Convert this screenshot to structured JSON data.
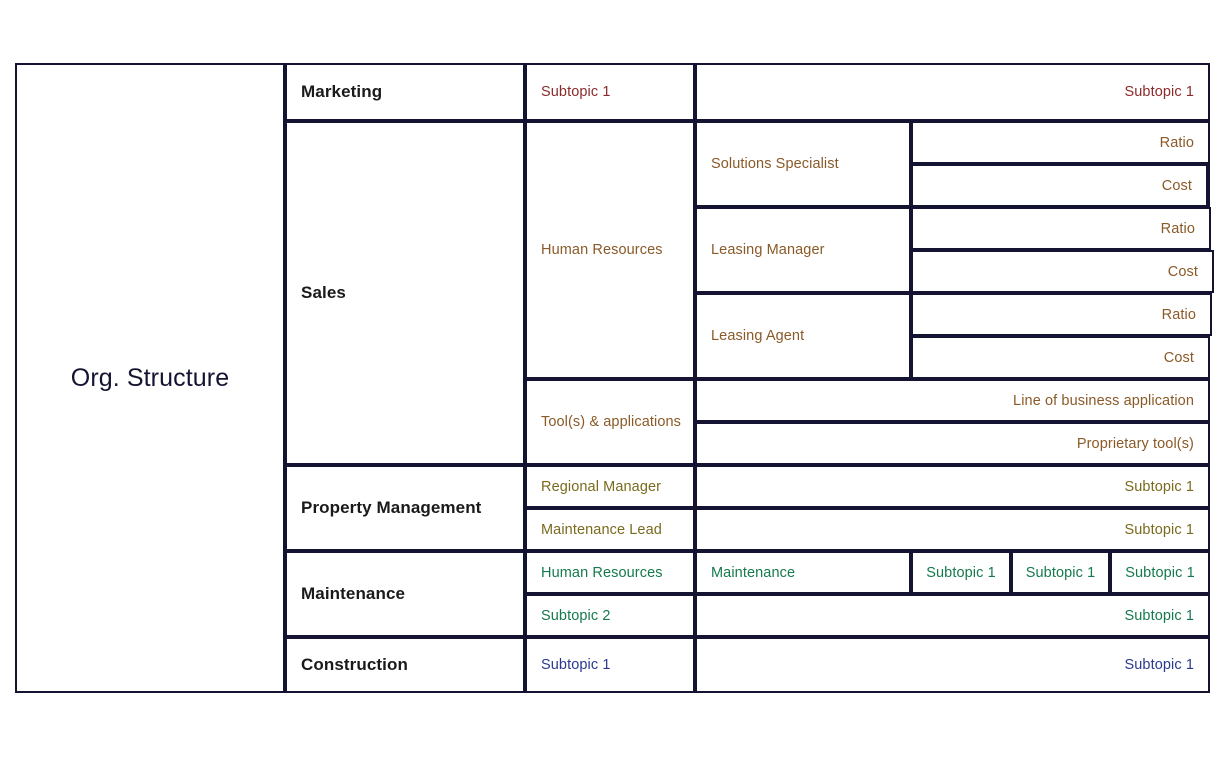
{
  "diagram": {
    "title": "Org. Structure",
    "root_label": "Org. Structure",
    "border_color": "#141432",
    "background": "#ffffff",
    "branch_colors": {
      "marketing": "#8B2B2B",
      "sales": "#8A5A28",
      "property_management": "#7A6A1E",
      "maintenance": "#157A4D",
      "construction": "#2B3A8F"
    },
    "branches": {
      "marketing": {
        "label": "Marketing",
        "subtopic": "Subtopic 1",
        "detail": "Subtopic 1"
      },
      "sales": {
        "label": "Sales",
        "human_resources": "Human Resources",
        "roles": [
          {
            "name": "Solutions Specialist",
            "ratio": "Ratio",
            "cost": "Cost"
          },
          {
            "name": "Leasing Manager",
            "ratio": "Ratio",
            "cost": "Cost"
          },
          {
            "name": "Leasing Agent",
            "ratio": "Ratio",
            "cost": "Cost"
          }
        ],
        "tools_label": "Tool(s) & applications",
        "tools": [
          "Line of business application",
          "Proprietary tool(s)"
        ]
      },
      "property_management": {
        "label": "Property Management",
        "rows": [
          {
            "role": "Regional Manager",
            "detail": "Subtopic 1"
          },
          {
            "role": "Maintenance Lead",
            "detail": "Subtopic 1"
          }
        ]
      },
      "maintenance": {
        "label": "Maintenance",
        "human_resources": "Human Resources",
        "maintenance_child": "Maintenance",
        "maintenance_details": [
          "Subtopic 1",
          "Subtopic 1",
          "Subtopic 1"
        ],
        "subtopic_2": "Subtopic 2",
        "subtopic_2_detail": "Subtopic 1"
      },
      "construction": {
        "label": "Construction",
        "subtopic": "Subtopic 1",
        "detail": "Subtopic 1"
      }
    }
  }
}
